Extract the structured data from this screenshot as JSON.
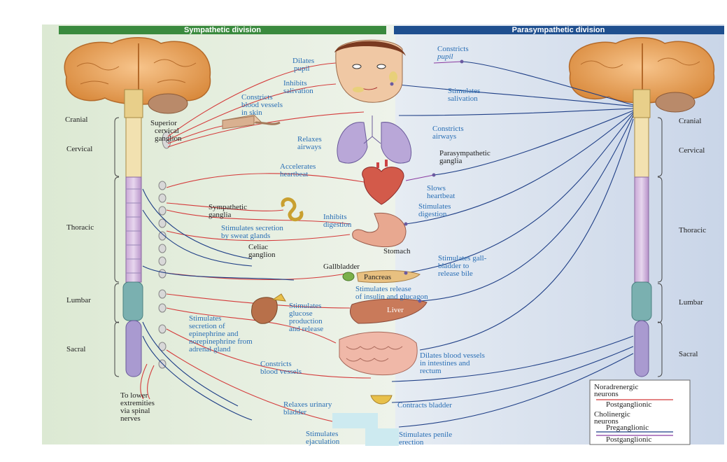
{
  "header": {
    "sympathetic": "Sympathetic division",
    "parasympathetic": "Parasympathetic division"
  },
  "segments_left": [
    "Cranial",
    "Cervical",
    "Thoracic",
    "Lumbar",
    "Sacral"
  ],
  "segments_right": [
    "Cranial",
    "Cervical",
    "Thoracic",
    "Lumbar",
    "Sacral"
  ],
  "labels": {
    "superior_cervical_ganglion": [
      "Superior",
      "cervical",
      "ganglion"
    ],
    "sympathetic_ganglia": [
      "Sympathetic",
      "ganglia"
    ],
    "celiac_ganglion": [
      "Celiac",
      "ganglion"
    ],
    "to_lower_extremities": [
      "To lower",
      "extremities",
      "via spinal",
      "nerves"
    ],
    "parasympathetic_ganglia": [
      "Parasympathetic",
      "ganglia"
    ],
    "stomach": "Stomach",
    "gallbladder": "Gallbladder",
    "pancreas": "Pancreas",
    "liver": "Liver"
  },
  "effects_sympathetic": {
    "dilates_pupil": [
      "Dilates",
      "pupil"
    ],
    "inhibits_salivation": [
      "Inhibits",
      "salivation"
    ],
    "constricts_vessels_skin": [
      "Constricts",
      "blood vessels",
      "in skin"
    ],
    "relaxes_airways": [
      "Relaxes",
      "airways"
    ],
    "accelerates_heartbeat": [
      "Accelerates",
      "heartbeat"
    ],
    "stimulates_sweat": [
      "Stimulates secretion",
      "by sweat glands"
    ],
    "inhibits_digestion": [
      "Inhibits",
      "digestion"
    ],
    "stimulates_glucose": [
      "Stimulates",
      "glucose",
      "production",
      "and release"
    ],
    "stimulates_epinephrine": [
      "Stimulates",
      "secretion of",
      "epinephrine and",
      "norepinephrine from",
      "adrenal gland"
    ],
    "constricts_vessels": [
      "Constricts",
      "blood vessels"
    ],
    "relaxes_bladder": [
      "Relaxes urinary",
      "bladder"
    ],
    "stimulates_ejaculation": [
      "Stimulates",
      "ejaculation"
    ]
  },
  "effects_parasympathetic": {
    "constricts_pupil": [
      "Constricts",
      "pupil"
    ],
    "stimulates_salivation": [
      "Stimulates",
      "salivation"
    ],
    "constricts_airways": [
      "Constricts",
      "airways"
    ],
    "slows_heartbeat": [
      "Slows",
      "heartbeat"
    ],
    "stimulates_digestion": [
      "Stimulates",
      "digestion"
    ],
    "stimulates_gallbladder": [
      "Stimulates gall-",
      "bladder to",
      "release bile"
    ],
    "stimulates_insulin": [
      "Stimulates release",
      "of insulin and glucagon"
    ],
    "dilates_vessels_intestines": [
      "Dilates blood vessels",
      "in intestines and",
      "rectum"
    ],
    "contracts_bladder": "Contracts bladder",
    "stimulates_penile": [
      "Stimulates penile",
      "erection"
    ]
  },
  "legend": {
    "noradrenergic": [
      "Noradrenergic",
      "neurons"
    ],
    "postganglionic_1": "Postganglionic",
    "cholinergic": [
      "Cholinergic",
      "neurons"
    ],
    "preganglionic": "Preganglionic",
    "postganglionic_2": "Postganglionic"
  },
  "colors": {
    "sympathetic_header": "#3a8a3e",
    "parasympathetic_header": "#1f4f8f",
    "sympathetic_fiber": "#d43a3a",
    "parasympathetic_fiber": "#1f3f86",
    "label_blue": "#2a6fb5",
    "left_background": "#dcebd6",
    "right_background": "#cfd9ea"
  }
}
